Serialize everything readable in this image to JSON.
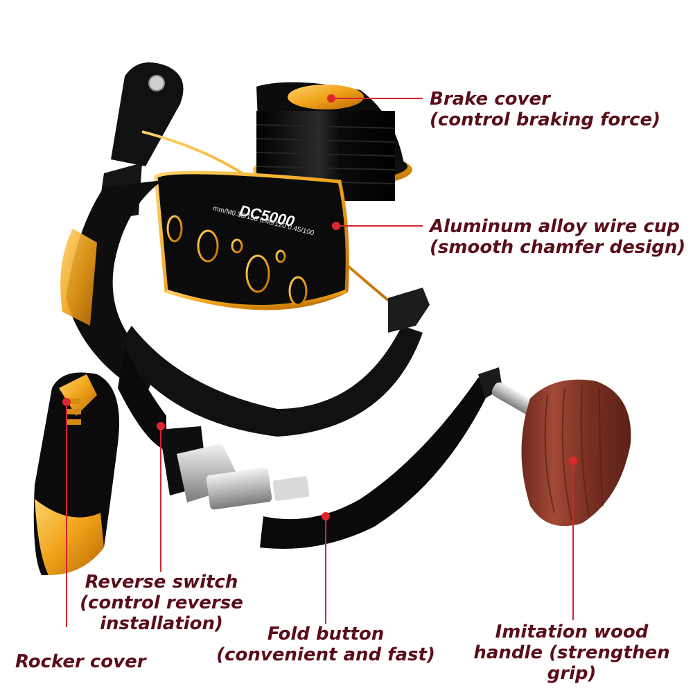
{
  "model_code": "DC5000",
  "capacity_text": "mm/M0.35/150 0.40/120 0.45/100",
  "colors": {
    "label_text": "#5a0d1a",
    "pointer_line": "#d6252f",
    "reel_body": "#0d0d0d",
    "accent_gold": "#f0a21a",
    "wood_handle": "#8b3a2a"
  },
  "callouts": {
    "brake_cover": {
      "line1": "Brake cover",
      "line2": "(control braking force)"
    },
    "wire_cup": {
      "line1": "Aluminum alloy wire cup",
      "line2": "(smooth chamfer design)"
    },
    "reverse_switch": {
      "line1": "Reverse switch",
      "line2": "(control reverse",
      "line3": "installation)"
    },
    "rocker_cover": {
      "line1": "Rocker cover"
    },
    "fold_button": {
      "line1": "Fold button",
      "line2": "(convenient and fast)"
    },
    "wood_handle": {
      "line1": "Imitation wood",
      "line2": "handle (strengthen",
      "line3": "grip)"
    }
  }
}
